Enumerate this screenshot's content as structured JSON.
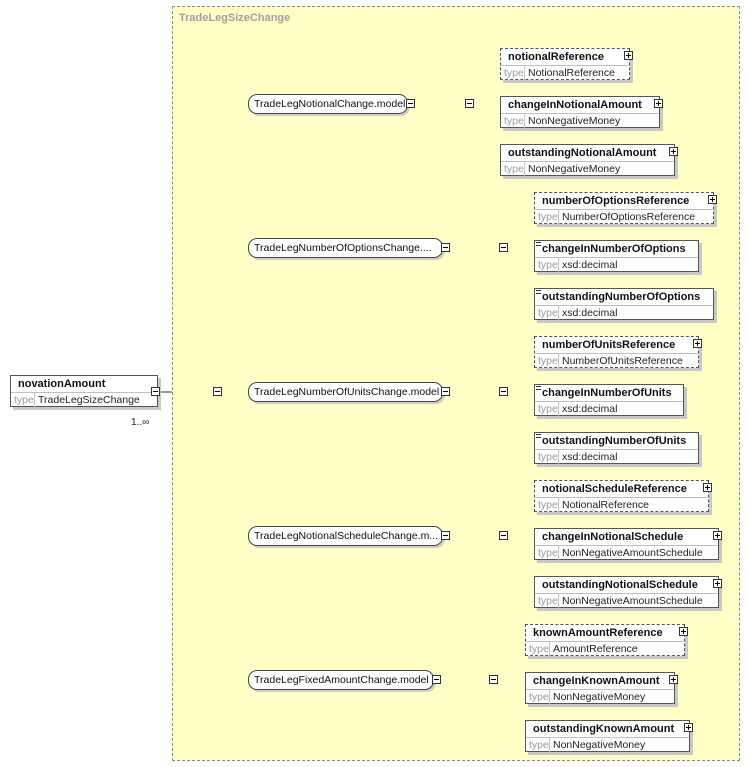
{
  "type_name": "TradeLegSizeChange",
  "root": {
    "name": "novationAmount",
    "type_label": "type",
    "type": "TradeLegSizeChange",
    "cardinality": "1..∞"
  },
  "groups": [
    {
      "label": "TradeLegNotionalChange.model",
      "elements": [
        {
          "name": "notionalReference",
          "type": "NotionalReference",
          "optional": true,
          "expandable": true,
          "simple": false
        },
        {
          "name": "changeInNotionalAmount",
          "type": "NonNegativeMoney",
          "optional": false,
          "expandable": true,
          "simple": false
        },
        {
          "name": "outstandingNotionalAmount",
          "type": "NonNegativeMoney",
          "optional": false,
          "expandable": true,
          "simple": false
        }
      ]
    },
    {
      "label": "TradeLegNumberOfOptionsChange....",
      "elements": [
        {
          "name": "numberOfOptionsReference",
          "type": "NumberOfOptionsReference",
          "optional": true,
          "expandable": true,
          "simple": false
        },
        {
          "name": "changeInNumberOfOptions",
          "type": "xsd:decimal",
          "optional": false,
          "expandable": false,
          "simple": true
        },
        {
          "name": "outstandingNumberOfOptions",
          "type": "xsd:decimal",
          "optional": false,
          "expandable": false,
          "simple": true
        }
      ]
    },
    {
      "label": "TradeLegNumberOfUnitsChange.model",
      "elements": [
        {
          "name": "numberOfUnitsReference",
          "type": "NumberOfUnitsReference",
          "optional": true,
          "expandable": true,
          "simple": false
        },
        {
          "name": "changeInNumberOfUnits",
          "type": "xsd:decimal",
          "optional": false,
          "expandable": false,
          "simple": true
        },
        {
          "name": "outstandingNumberOfUnits",
          "type": "xsd:decimal",
          "optional": false,
          "expandable": false,
          "simple": true
        }
      ]
    },
    {
      "label": "TradeLegNotionalScheduleChange.m...",
      "elements": [
        {
          "name": "notionalScheduleReference",
          "type": "NotionalReference",
          "optional": true,
          "expandable": true,
          "simple": false
        },
        {
          "name": "changeInNotionalSchedule",
          "type": "NonNegativeAmountSchedule",
          "optional": false,
          "expandable": true,
          "simple": false
        },
        {
          "name": "outstandingNotionalSchedule",
          "type": "NonNegativeAmountSchedule",
          "optional": false,
          "expandable": true,
          "simple": false
        }
      ]
    },
    {
      "label": "TradeLegFixedAmountChange.model",
      "elements": [
        {
          "name": "knownAmountReference",
          "type": "AmountReference",
          "optional": true,
          "expandable": true,
          "simple": false
        },
        {
          "name": "changeInKnownAmount",
          "type": "NonNegativeMoney",
          "optional": false,
          "expandable": true,
          "simple": false
        },
        {
          "name": "outstandingKnownAmount",
          "type": "NonNegativeMoney",
          "optional": false,
          "expandable": true,
          "simple": false
        }
      ]
    }
  ]
}
